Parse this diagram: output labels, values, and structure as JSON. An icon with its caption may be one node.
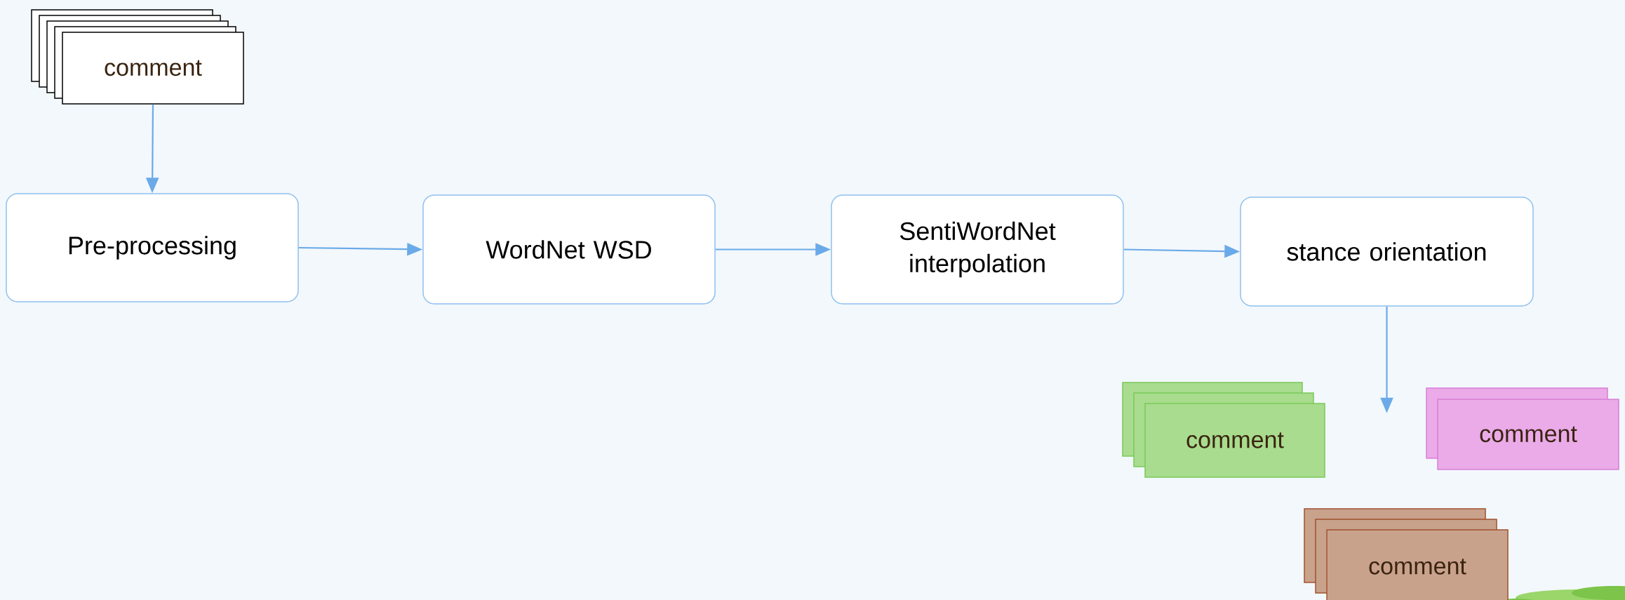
{
  "diagram": {
    "nodes": [
      {
        "text": [
          "comment"
        ]
      },
      {
        "text": [
          "Pre-processing"
        ]
      },
      {
        "text": [
          "WordNet WSD"
        ]
      },
      {
        "text": [
          "SentiWordNet interpolation"
        ]
      },
      {
        "text": [
          "stance orientation"
        ]
      },
      {
        "text": [
          "comment"
        ]
      },
      {
        "text": [
          "comment"
        ]
      },
      {
        "text": [
          "comment"
        ]
      }
    ],
    "edges": [
      {
        "from": 0,
        "to": 1,
        "arrow": "to"
      },
      {
        "from": 1,
        "to": 2,
        "arrow": "to"
      },
      {
        "from": 2,
        "to": 3,
        "arrow": "to"
      },
      {
        "from": 3,
        "to": 4,
        "arrow": "to"
      },
      {
        "from": 4,
        "to": null,
        "arrow": "to"
      }
    ]
  }
}
